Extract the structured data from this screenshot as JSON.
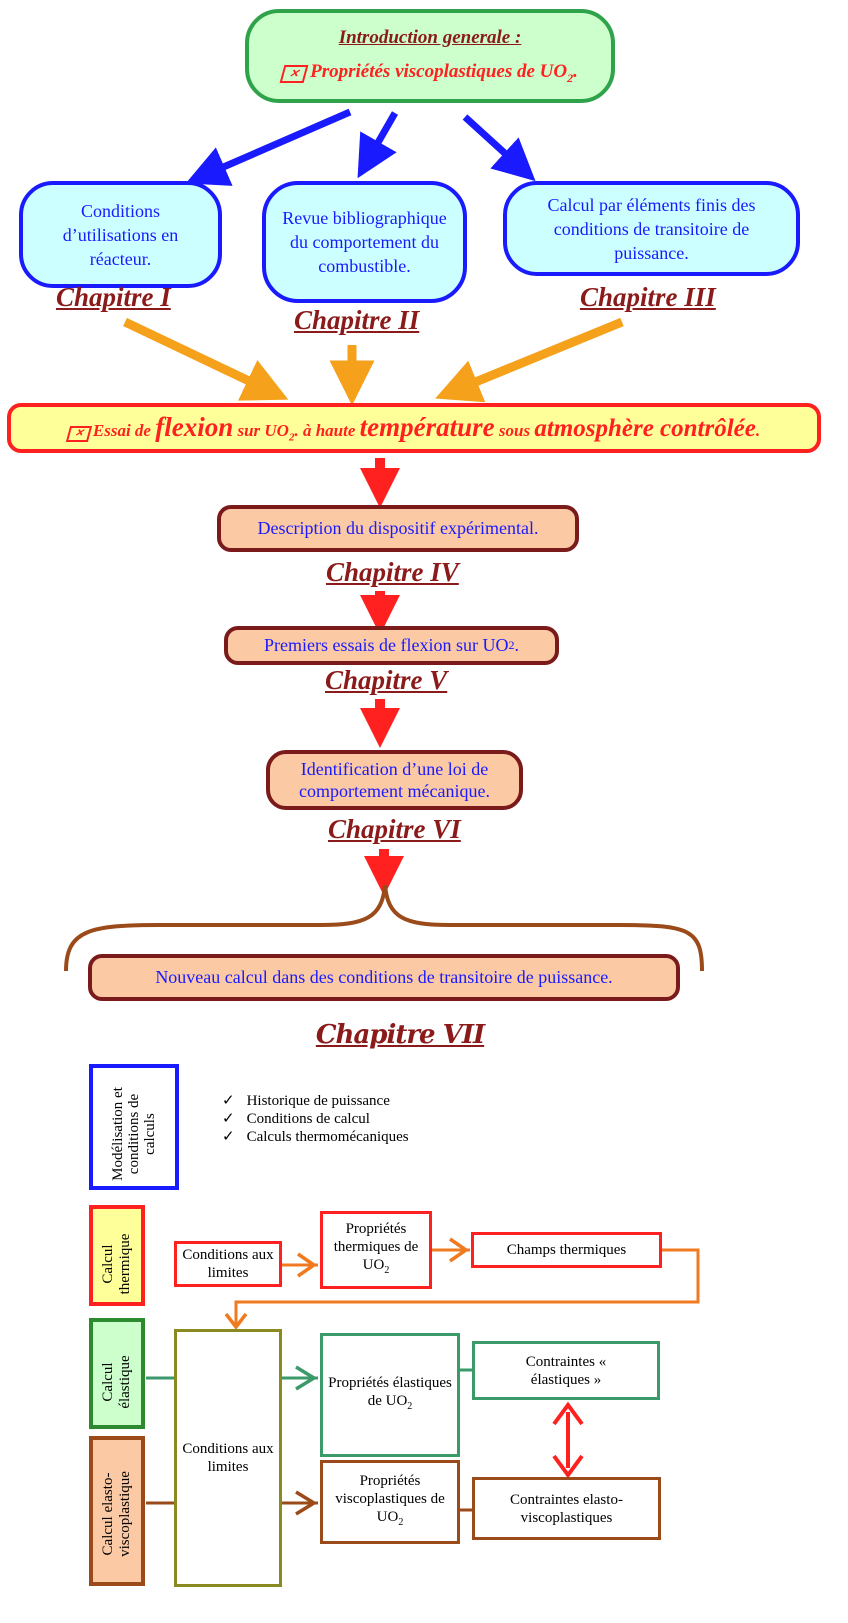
{
  "intro": {
    "title": "Introduction generale :",
    "subtitle": "Propriétés viscoplastiques de UO",
    "subtitle_sub": "2",
    "subtitle_end": "."
  },
  "top_boxes": [
    {
      "text": "Conditions d’utilisations en réacteur.",
      "chapter": "Chapitre I"
    },
    {
      "text": "Revue bibliographique du comportement du combustible.",
      "chapter": "Chapitre II"
    },
    {
      "text": "Calcul par éléments finis des conditions de transitoire de puissance.",
      "chapter": "Chapitre III"
    }
  ],
  "banner": {
    "p1": "Essai de ",
    "p2": "flexion",
    "p3": " sur UO",
    "p3_sub": "2",
    "p4": ". à haute ",
    "p5": "température",
    "p6": " sous ",
    "p7": "atmosphère contrôlée",
    "p8": "."
  },
  "steps": [
    {
      "text": "Description du dispositif expérimental.",
      "chapter": "Chapitre IV"
    },
    {
      "text": "Premiers essais de flexion sur UO",
      "sub": "2",
      "end": ".",
      "chapter": "Chapitre V"
    },
    {
      "text": "Identification d’une loi de comportement mécanique.",
      "chapter": "Chapitre VI"
    }
  ],
  "final_box": "Nouveau calcul dans des conditions de transitoire de puissance.",
  "chapter7": "Chapitre VII",
  "model": {
    "label": "Modélisation et conditions de calculs",
    "checklist": [
      "Historique de puissance",
      "Conditions de calcul",
      "Calculs thermomécaniques"
    ]
  },
  "thermal": {
    "label": "Calcul thermique",
    "boundary": "Conditions aux limites",
    "props": "Propriétés thermiques de UO",
    "props_sub": "2",
    "fields": "Champs thermiques"
  },
  "elastic": {
    "label": "Calcul élastique",
    "boundary": "Conditions aux limites",
    "props": "Propriétés élastiques de UO",
    "props_sub": "2",
    "stress": "Contraintes « élastiques »"
  },
  "visco": {
    "label": "Calcul elasto-viscoplastique",
    "props": "Propriétés viscoplastiques de UO",
    "props_sub": "2",
    "stress": "Contraintes elasto-viscoplastiques"
  },
  "colors": {
    "blue_arrow": "#1a1aff",
    "orange_arrow": "#f5a11c",
    "red": "#ff2020",
    "dark_red": "#8b1a1a",
    "green_box": "#ccffcc",
    "cyan_box": "#ccffff",
    "yellow_box": "#ffff99",
    "salmon_box": "#fbc9a3"
  }
}
